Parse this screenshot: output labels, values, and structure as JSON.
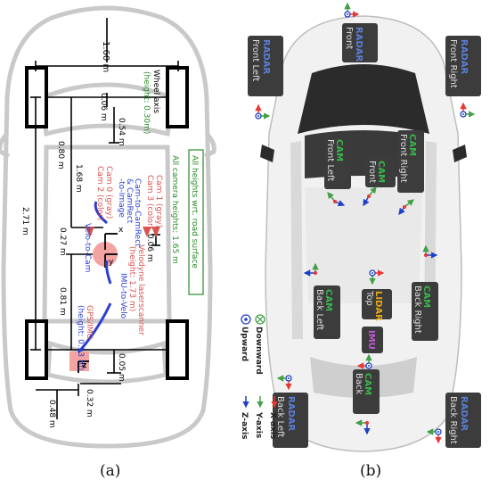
{
  "panel_a": {
    "label": "(a)",
    "dims": {
      "top_width": "1.60 m",
      "wheel_axis_line1": "Wheel axis",
      "wheel_axis_line2": "(height: 0.30m)",
      "d006": "0.06 m",
      "d054": "0.54 m",
      "d080": "0.80 m",
      "d168": "1.68 m",
      "d271": "2.71 m",
      "d027": "0.27 m",
      "d081": "0.81 m",
      "d048": "0.48 m",
      "d032": "0.32 m",
      "d005": "0.05 m",
      "d006b": "0.06 m"
    },
    "labels": {
      "heights_box": "All heights wrt. road surface",
      "cam_heights": "All camera heights: 1.65 m",
      "cam1": "Cam 1 (gray)",
      "cam3": "Cam 3 (color)",
      "cam0": "Cam 0 (gray)",
      "cam2": "Cam 2 (color)",
      "cam_to_camrect": "Cam-to-CamRect",
      "camrect_to_image": "& CamRect",
      "to_image": "-to-Image",
      "velo_to_cam": "Velo-to-Cam",
      "velodyne_line1": "Velodyne laserscanner",
      "velodyne_line2": "(height: 1.73 m)",
      "imu_to_velo": "IMU-to-Velo",
      "gps_line1": "GPS/IMU",
      "gps_line2": "(height: 0.93 m)"
    },
    "axis_letters": {
      "x": "x",
      "y": "y",
      "z": "z"
    }
  },
  "panel_b": {
    "label": "(b)",
    "sensors": {
      "radar_front": [
        "RADAR",
        "Front"
      ],
      "radar_front_left": [
        "RADAR",
        "Front Left"
      ],
      "radar_front_right": [
        "RADAR",
        "Front Right"
      ],
      "cam_front": [
        "CAM",
        "Front"
      ],
      "cam_front_left": [
        "CAM",
        "Front Left"
      ],
      "cam_front_right": [
        "CAM",
        "Front Right"
      ],
      "lidar_top": [
        "LIDAR",
        "Top"
      ],
      "cam_back_left": [
        "CAM",
        "Back Left"
      ],
      "cam_back_right": [
        "CAM",
        "Back Right"
      ],
      "imu": [
        "IMU"
      ],
      "cam_back": [
        "CAM",
        "Back"
      ],
      "radar_back_left": [
        "RADAR",
        "Back Left"
      ],
      "radar_back_right": [
        "RADAR",
        "Back Right"
      ]
    },
    "legend": {
      "downward": "Downward",
      "upward": "Upward",
      "x_axis": "X-axis",
      "y_axis": "Y-axis",
      "z_axis": "Z-axis"
    },
    "colors": {
      "radar": "#5a7fd6",
      "cam": "#39b54a",
      "lidar": "#e6a817",
      "imu": "#c05ad6",
      "label_box": "#3c3c3c",
      "x_axis": "#e53935",
      "y_axis": "#43a047",
      "z_axis": "#1e40c8"
    }
  }
}
